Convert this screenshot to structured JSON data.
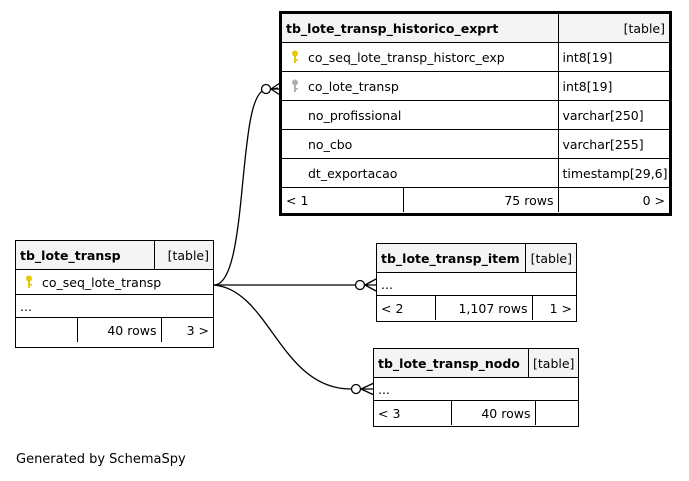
{
  "tables": {
    "historico": {
      "name": "tb_lote_transp_historico_exprt",
      "kind": "[table]",
      "columns": [
        {
          "name": "co_seq_lote_transp_historc_exp",
          "type": "int8[19]",
          "key": "primary"
        },
        {
          "name": "co_lote_transp",
          "type": "int8[19]",
          "key": "foreign"
        },
        {
          "name": "no_profissional",
          "type": "varchar[250]",
          "key": ""
        },
        {
          "name": "no_cbo",
          "type": "varchar[255]",
          "key": ""
        },
        {
          "name": "dt_exportacao",
          "type": "timestamp[29,6]",
          "key": ""
        }
      ],
      "footer": {
        "parents": "< 1",
        "rows": "75 rows",
        "children": "0 >"
      }
    },
    "lote": {
      "name": "tb_lote_transp",
      "kind": "[table]",
      "columns": [
        {
          "name": "co_seq_lote_transp",
          "key": "primary"
        }
      ],
      "ellipsis": "...",
      "footer": {
        "parents": "",
        "rows": "40 rows",
        "children": "3 >"
      }
    },
    "item": {
      "name": "tb_lote_transp_item",
      "kind": "[table]",
      "ellipsis": "...",
      "footer": {
        "parents": "< 2",
        "rows": "1,107 rows",
        "children": "1 >"
      }
    },
    "nodo": {
      "name": "tb_lote_transp_nodo",
      "kind": "[table]",
      "ellipsis": "...",
      "footer": {
        "parents": "< 3",
        "rows": "40 rows",
        "children": ""
      }
    }
  },
  "colors": {
    "primary_key": "#e8c800",
    "foreign_key": "#b0b0b0",
    "header_bg": "#f4f4f4"
  },
  "footer_text": "Generated by SchemaSpy"
}
